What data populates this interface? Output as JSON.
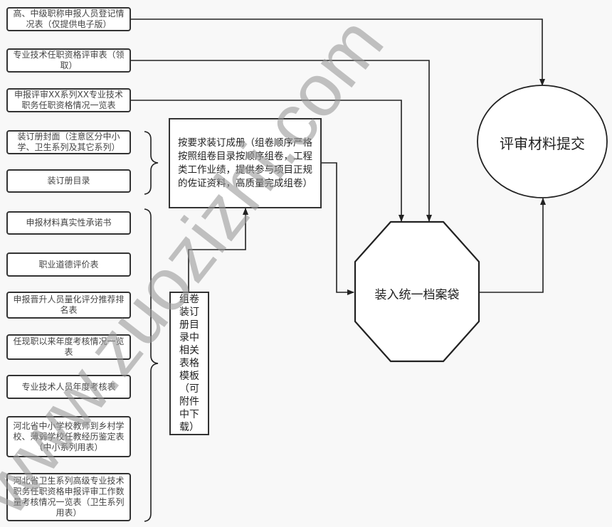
{
  "left_items": [
    "高、中级职称申报人员登记情况表（仅提供电子版）",
    "专业技术任职资格评审表（领取）",
    "申报评审XX系列XX专业技术职务任职资格情况一览表",
    "装订册封面（注意区分中小学、卫生系列及其它系列）",
    "装订册目录",
    "申报材料真实性承诺书",
    "职业道德评价表",
    "申报晋升人员量化评分推荐排名表",
    "任现职以来年度考核情况一览表",
    "专业技术人员年度考核表",
    "河北省中小学校教师到乡村学校、薄弱学校任教经历鉴定表（中小系列用表）",
    "河北省卫生系列高级专业技术职务任职资格申报评审工作数量考核情况一览表（卫生系列用表）"
  ],
  "binding_box": "按要求装订成册（组卷顺序严格按照组卷目录按顺序组卷，工程类工作业绩，提供参与项目正规的佐证资料，高质量完成组卷）",
  "template_box": "组卷装订册目录中相关表格模板（可附件中下载）",
  "archive_bag": "装入统一档案袋",
  "submit": "评审材料提交",
  "watermark": "www.zuozizhi.com"
}
